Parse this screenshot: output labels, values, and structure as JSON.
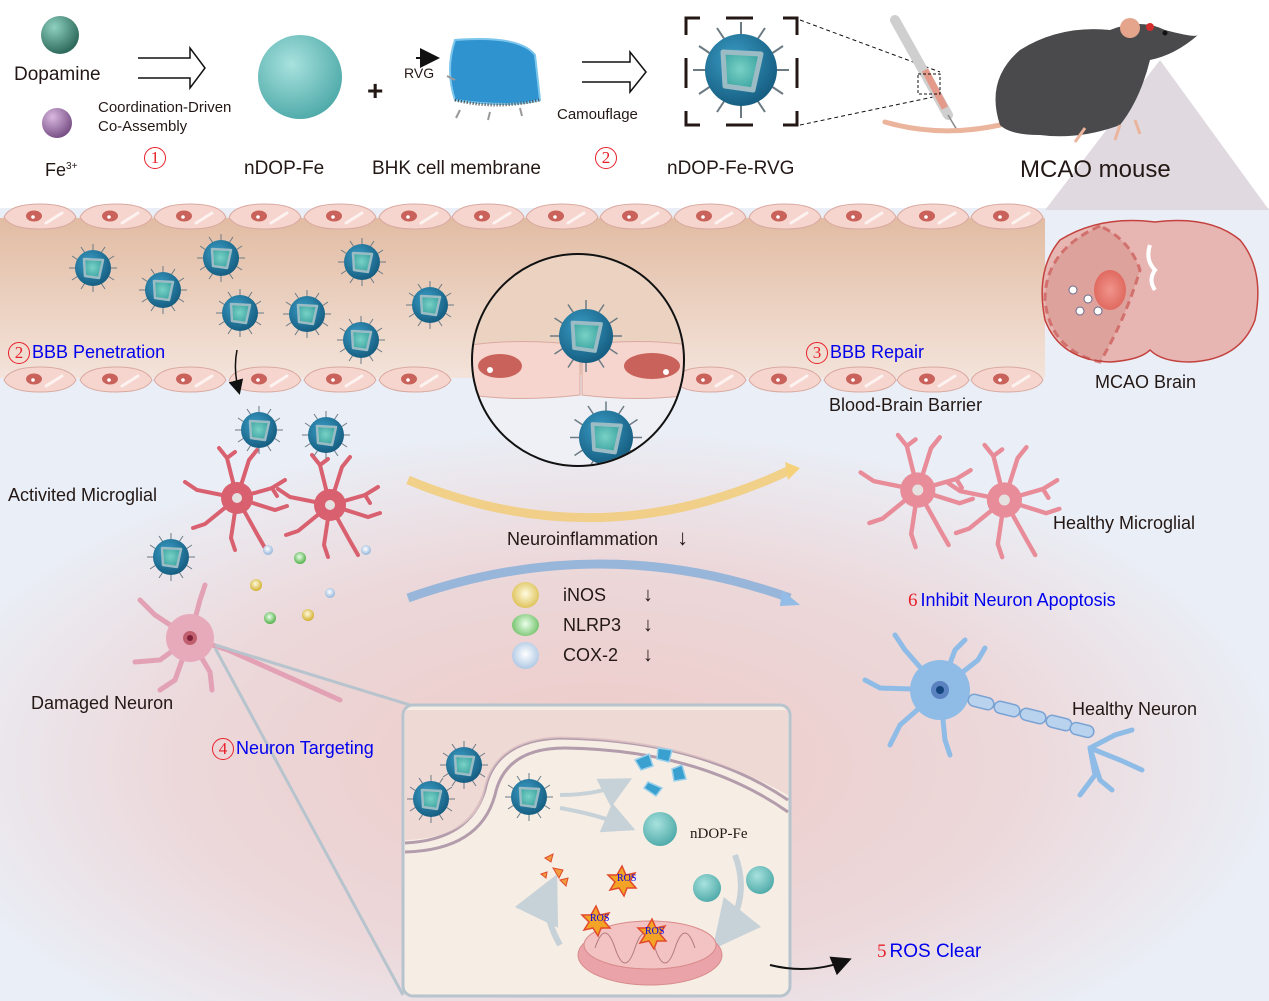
{
  "synthesis": {
    "dopamine_label": "Dopamine",
    "fe_label": "Fe",
    "fe_superscript": "3+",
    "step1_text_line1": "Coordination-Driven",
    "step1_text_line2": "Co-Assembly",
    "step1_number": "1",
    "ndop_fe_label": "nDOP-Fe",
    "plus": "+",
    "rvg_label": "RVG",
    "membrane_label": "BHK cell membrane",
    "camouflage_label": "Camouflage",
    "step2_number": "2",
    "ndop_fe_rvg_label": "nDOP-Fe-RVG",
    "mouse_label": "MCAO mouse"
  },
  "bbb": {
    "penetration_number": "2",
    "penetration_label": "BBB Penetration",
    "repair_number": "3",
    "repair_label": "BBB Repair",
    "barrier_label": "Blood-Brain Barrier",
    "brain_label": "MCAO Brain"
  },
  "inflammation": {
    "activated_microglial_label": "Activited Microglial",
    "healthy_microglial_label": "Healthy Microglial",
    "neuroinflammation_label": "Neuroinflammation",
    "down_arrow": "↓",
    "markers": [
      {
        "name": "iNOS",
        "color": "#e3c23b",
        "trend": "↓"
      },
      {
        "name": "NLRP3",
        "color": "#6cc25c",
        "trend": "↓"
      },
      {
        "name": "COX-2",
        "color": "#a9c6e4",
        "trend": "↓"
      }
    ]
  },
  "neuron": {
    "damaged_label": "Damaged Neuron",
    "targeting_number": "4",
    "targeting_label": "Neuron Targeting",
    "apoptosis_number": "6",
    "apoptosis_label": "Inhibit Neuron Apoptosis",
    "healthy_label": "Healthy Neuron"
  },
  "inset": {
    "ndop_fe_label": "nDOP-Fe",
    "ros_label": "ROS",
    "ros_clear_number": "5",
    "ros_clear_label": "ROS Clear"
  },
  "colors": {
    "label_blue": "#0000ee",
    "number_red": "#e8202a",
    "nanoparticle_blue": "#1f6f95",
    "vessel_tan": "#e6c2ab",
    "cell_pink": "#f5d3cc",
    "nucleus_red": "#c9625a",
    "microglia_red": "#d9606f",
    "healthy_neuron_blue": "#8fbce6"
  }
}
